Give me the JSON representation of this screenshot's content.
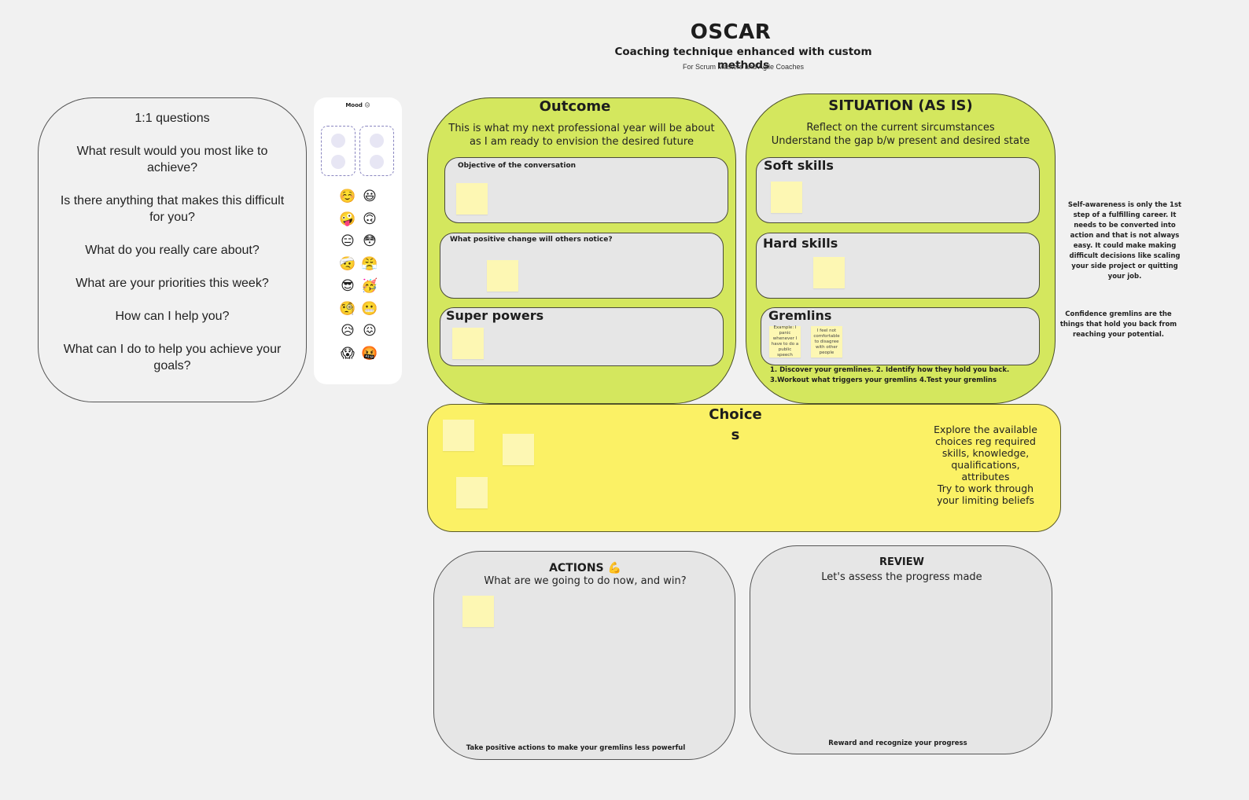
{
  "header": {
    "title": "OSCAR",
    "subtitle": "Coaching technique enhanced with custom methods",
    "audience": "For Scrum Masters and Agile Coaches"
  },
  "questions": {
    "heading": "1:1 questions",
    "items": [
      "What result would you most like to achieve?",
      "Is there anything that makes this difficult for you?",
      "What do you really care about?",
      "What are your priorities this week?",
      "How can I help you?",
      "What can I do to help you achieve your goals?"
    ]
  },
  "mood": {
    "title": "Mood 😑",
    "emojis": [
      "☺️",
      "😃",
      "🤪",
      "🙃",
      "😑",
      "😳",
      "🤕",
      "😤",
      "😎",
      "🥳",
      "🧐",
      "😬",
      "😥",
      "😖",
      "😱",
      "🤬"
    ]
  },
  "outcome": {
    "title": "Outcome",
    "description_line1": "This is what my next professional year will be about",
    "description_line2": "as I am ready to envision the desired future",
    "sections": {
      "objective": "Objective of the conversation",
      "positive_change": "What positive change will others notice?",
      "super_powers": "Super powers"
    }
  },
  "situation": {
    "title": "SITUATION (AS IS)",
    "description_line1": "Reflect on the current sircumstances",
    "description_line2": "Understand the gap b/w present and desired state",
    "sections": {
      "soft_skills": "Soft skills",
      "hard_skills": "Hard skills",
      "gremlins": "Gremlins"
    },
    "gremlin_notes": [
      "Example: I panic whenever I have to do a public speech",
      "I feel not comfortable to disagree with other people"
    ],
    "steps_line1": "1. Discover your gremlines. 2. Identify how they hold you back.",
    "steps_line2": "3.Workout what triggers your gremlins 4.Test your gremlins"
  },
  "side_notes": {
    "self_awareness": "Self-awareness is only the 1st step of a fulfilling career. It needs to be converted into action and that is not always easy. It could make making difficult decisions like scaling your side project or quitting your job.",
    "confidence": "Confidence gremlins are the things that hold you back from reaching your potential."
  },
  "choices": {
    "title": "Choices",
    "description": "Explore the available choices reg required skills, knowledge, qualifications, attributes\nTry to work through your limiting beliefs"
  },
  "actions": {
    "title": "ACTIONS 💪",
    "description": "What are we going to do now, and win?",
    "footer": "Take positive actions to make your gremlins less powerful"
  },
  "review": {
    "title": "REVIEW",
    "description": "Let's assess the progress made",
    "footer": "Reward and recognize your progress"
  }
}
